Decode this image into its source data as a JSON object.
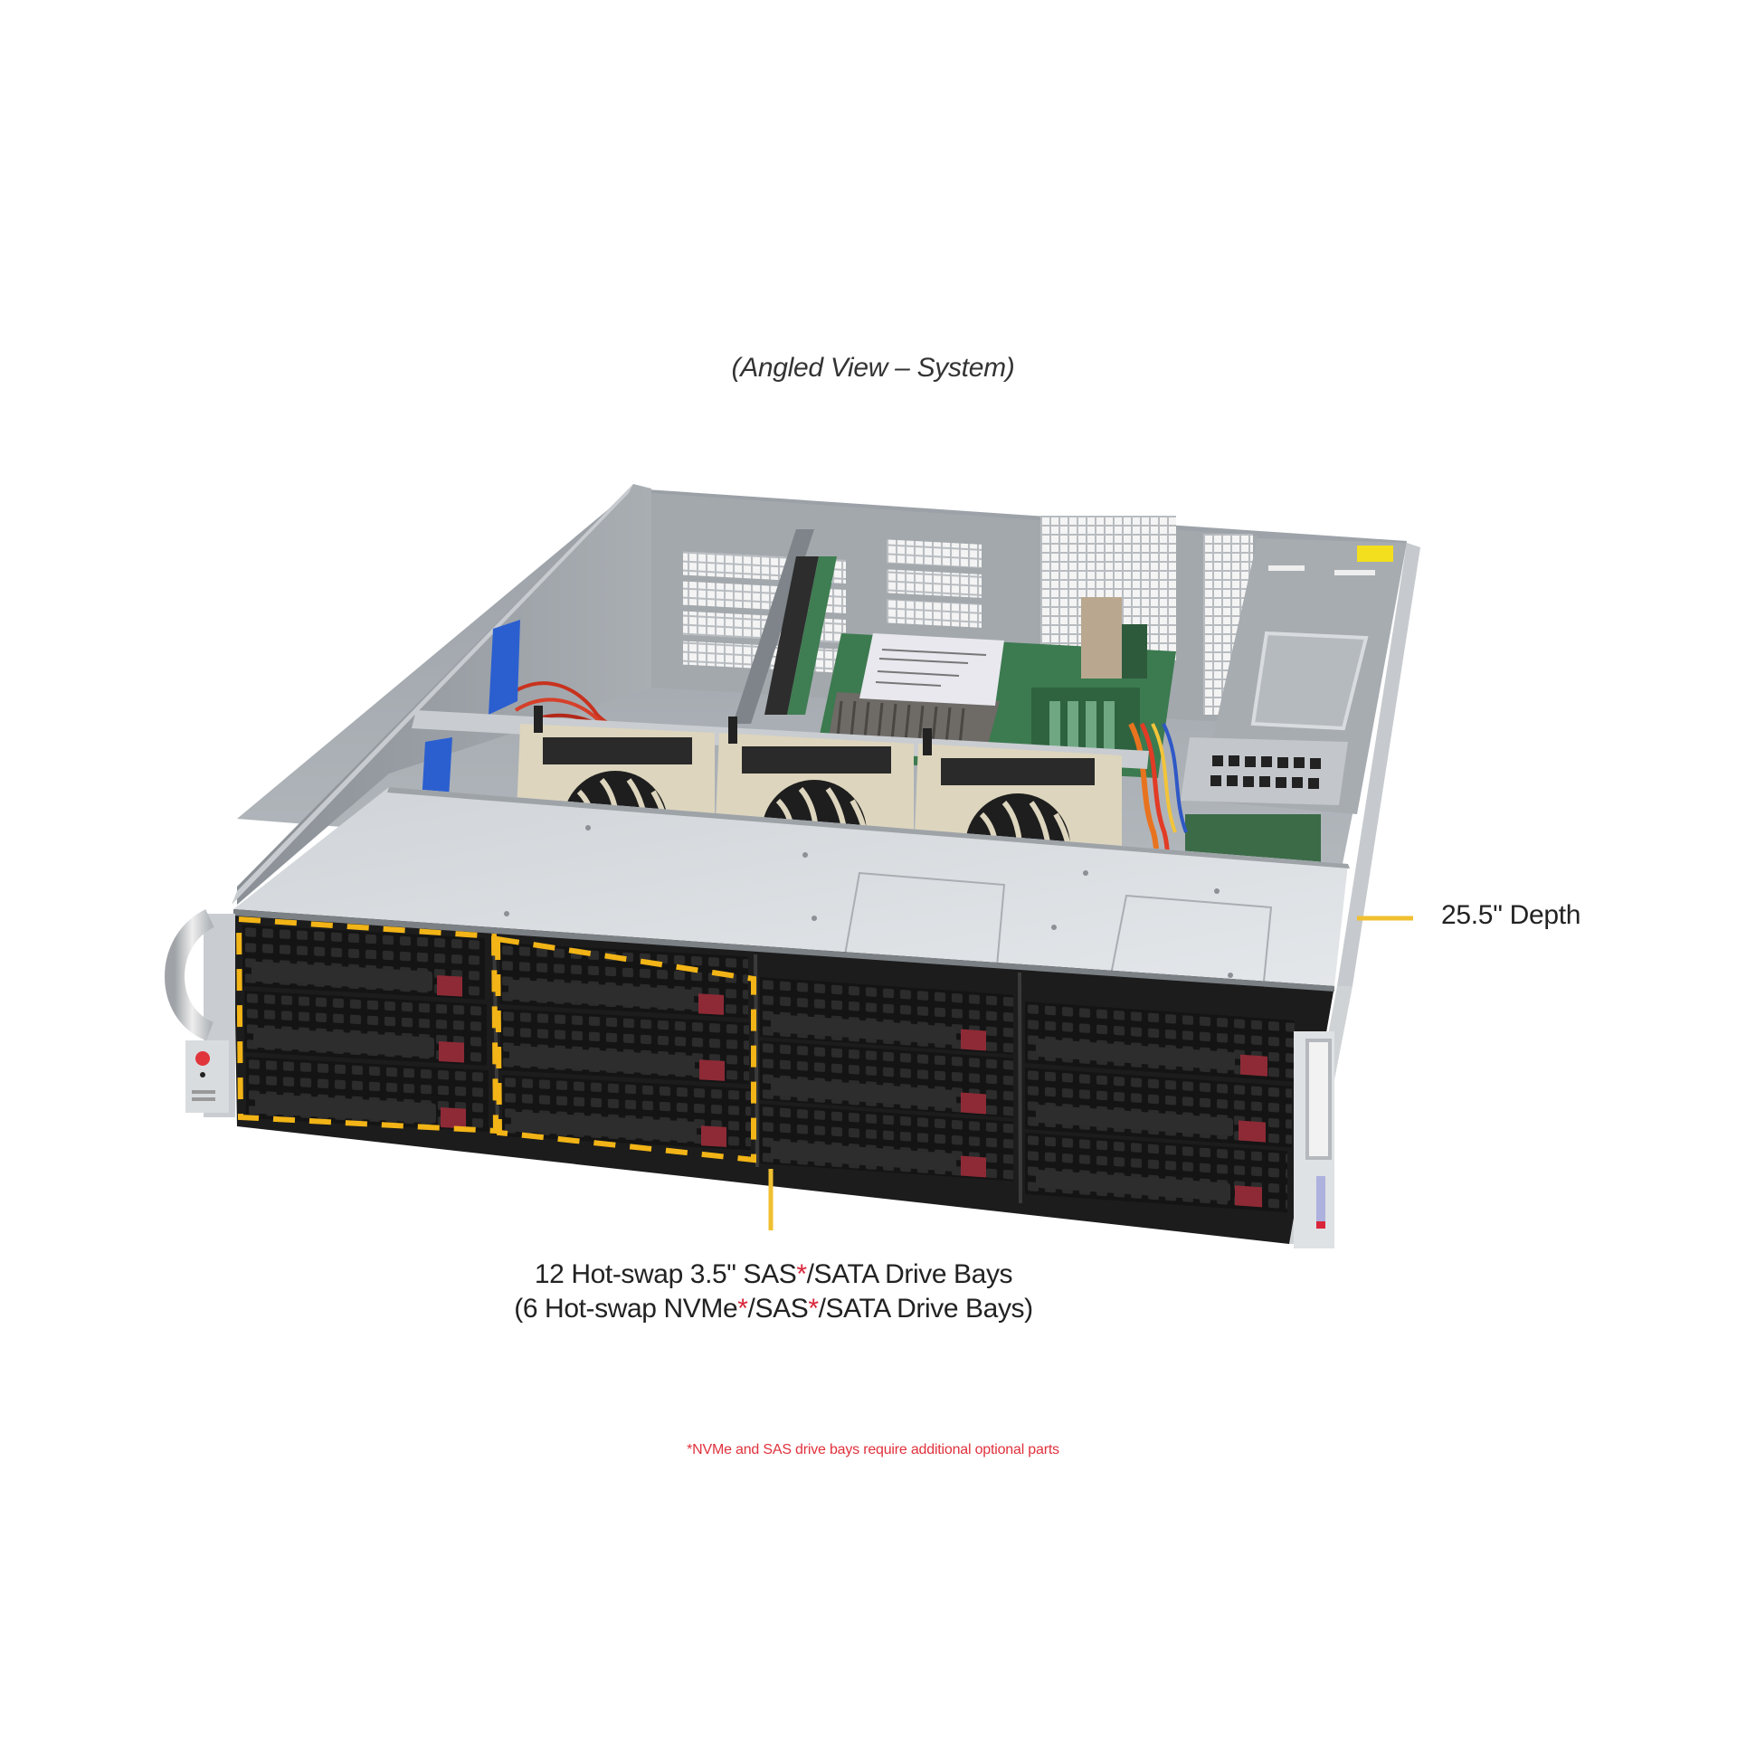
{
  "figure": {
    "view_caption": "(Angled View – System)",
    "subject": "2U rackmount server with 12 front drive bays",
    "callouts": {
      "depth": {
        "label": "25.5\" Depth"
      },
      "drive_bays": {
        "line1_parts": [
          "12 Hot-swap  3.5\" SAS",
          "*",
          "/SATA Drive Bays"
        ],
        "line2_parts": [
          "(6 Hot-swap NVMe",
          "*",
          "/SAS",
          "*",
          "/SATA Drive Bays)"
        ]
      }
    },
    "footnote": "*NVMe and SAS drive bays require additional  optional parts",
    "drive_bay_grid": {
      "columns": 4,
      "rows": 3,
      "total": 12,
      "highlighted": 6
    },
    "fans": 3
  },
  "colors": {
    "callout_yellow": "#f0c030",
    "highlight_dash": "#f2b416",
    "asterisk_red": "#d9263a",
    "footnote_red": "#e0313c",
    "chassis_gray": "#b9bec4",
    "chassis_lid": "#d6dade",
    "bay_black": "#1a1a1a",
    "drive_latch": "#8e2a36",
    "fan_beige": "#ddd5bd",
    "pcb_green": "#3c7a4f"
  }
}
